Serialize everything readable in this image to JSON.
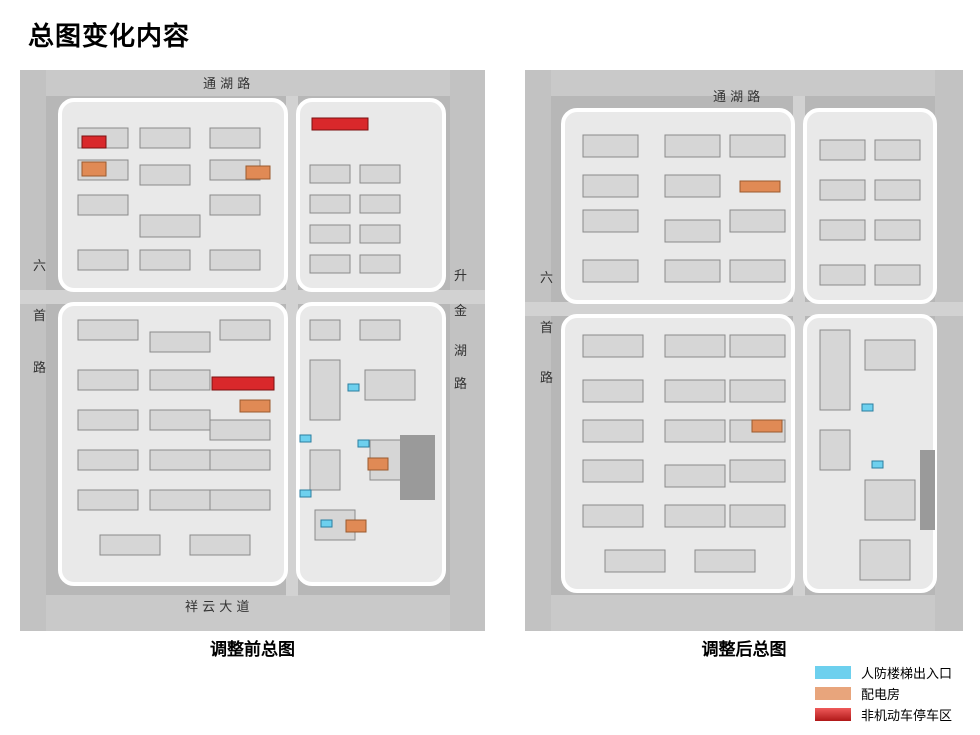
{
  "title": "总图变化内容",
  "plans": {
    "before": {
      "caption": "调整前总图",
      "roads": {
        "top": "通 湖 路",
        "bottom": "祥 云 大 道",
        "left": [
          "六",
          "首",
          "路"
        ],
        "right": [
          "升",
          "金",
          "湖",
          "路"
        ]
      }
    },
    "after": {
      "caption": "调整后总图",
      "roads": {
        "top": "通 湖 路",
        "left": [
          "六",
          "首",
          "路"
        ]
      }
    }
  },
  "legend": {
    "items": [
      {
        "label": "人防楼梯出入口",
        "color": "#6dd0ee"
      },
      {
        "label": "配电房",
        "color": "#e8a57c"
      },
      {
        "label": "非机动车停车区",
        "color": "#d9282b"
      }
    ]
  }
}
